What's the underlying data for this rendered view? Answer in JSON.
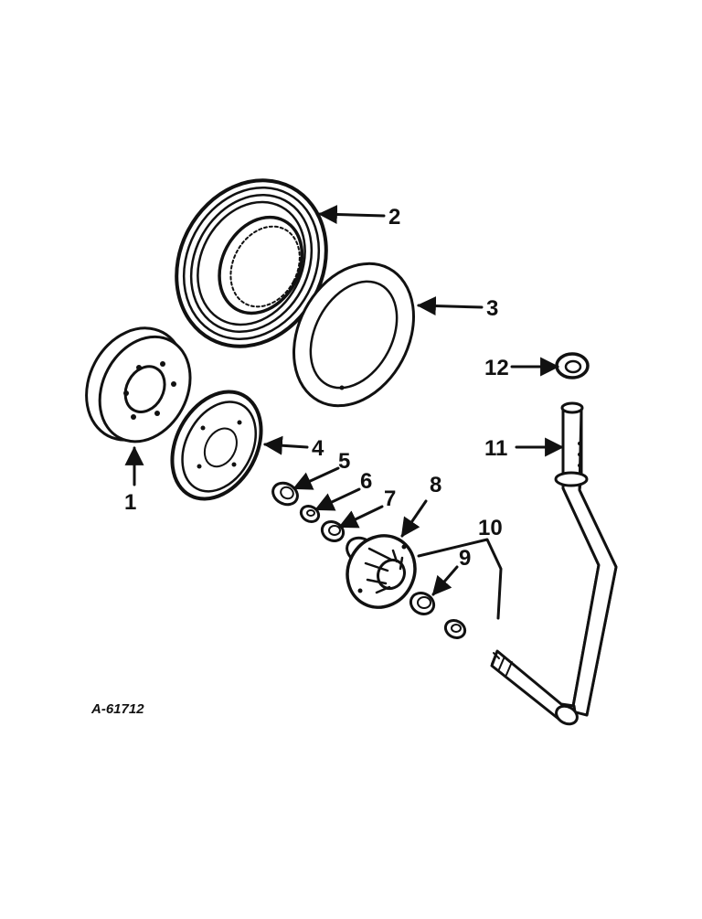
{
  "drawing_number": "A-61712",
  "callouts": [
    {
      "id": "1",
      "label": "1"
    },
    {
      "id": "2",
      "label": "2"
    },
    {
      "id": "3",
      "label": "3"
    },
    {
      "id": "4",
      "label": "4"
    },
    {
      "id": "5",
      "label": "5"
    },
    {
      "id": "6",
      "label": "6"
    },
    {
      "id": "7",
      "label": "7"
    },
    {
      "id": "8",
      "label": "8"
    },
    {
      "id": "9",
      "label": "9"
    },
    {
      "id": "10",
      "label": "10"
    },
    {
      "id": "11",
      "label": "11"
    },
    {
      "id": "12",
      "label": "12"
    }
  ],
  "ink_color": "#111111",
  "background_color": "#ffffff"
}
